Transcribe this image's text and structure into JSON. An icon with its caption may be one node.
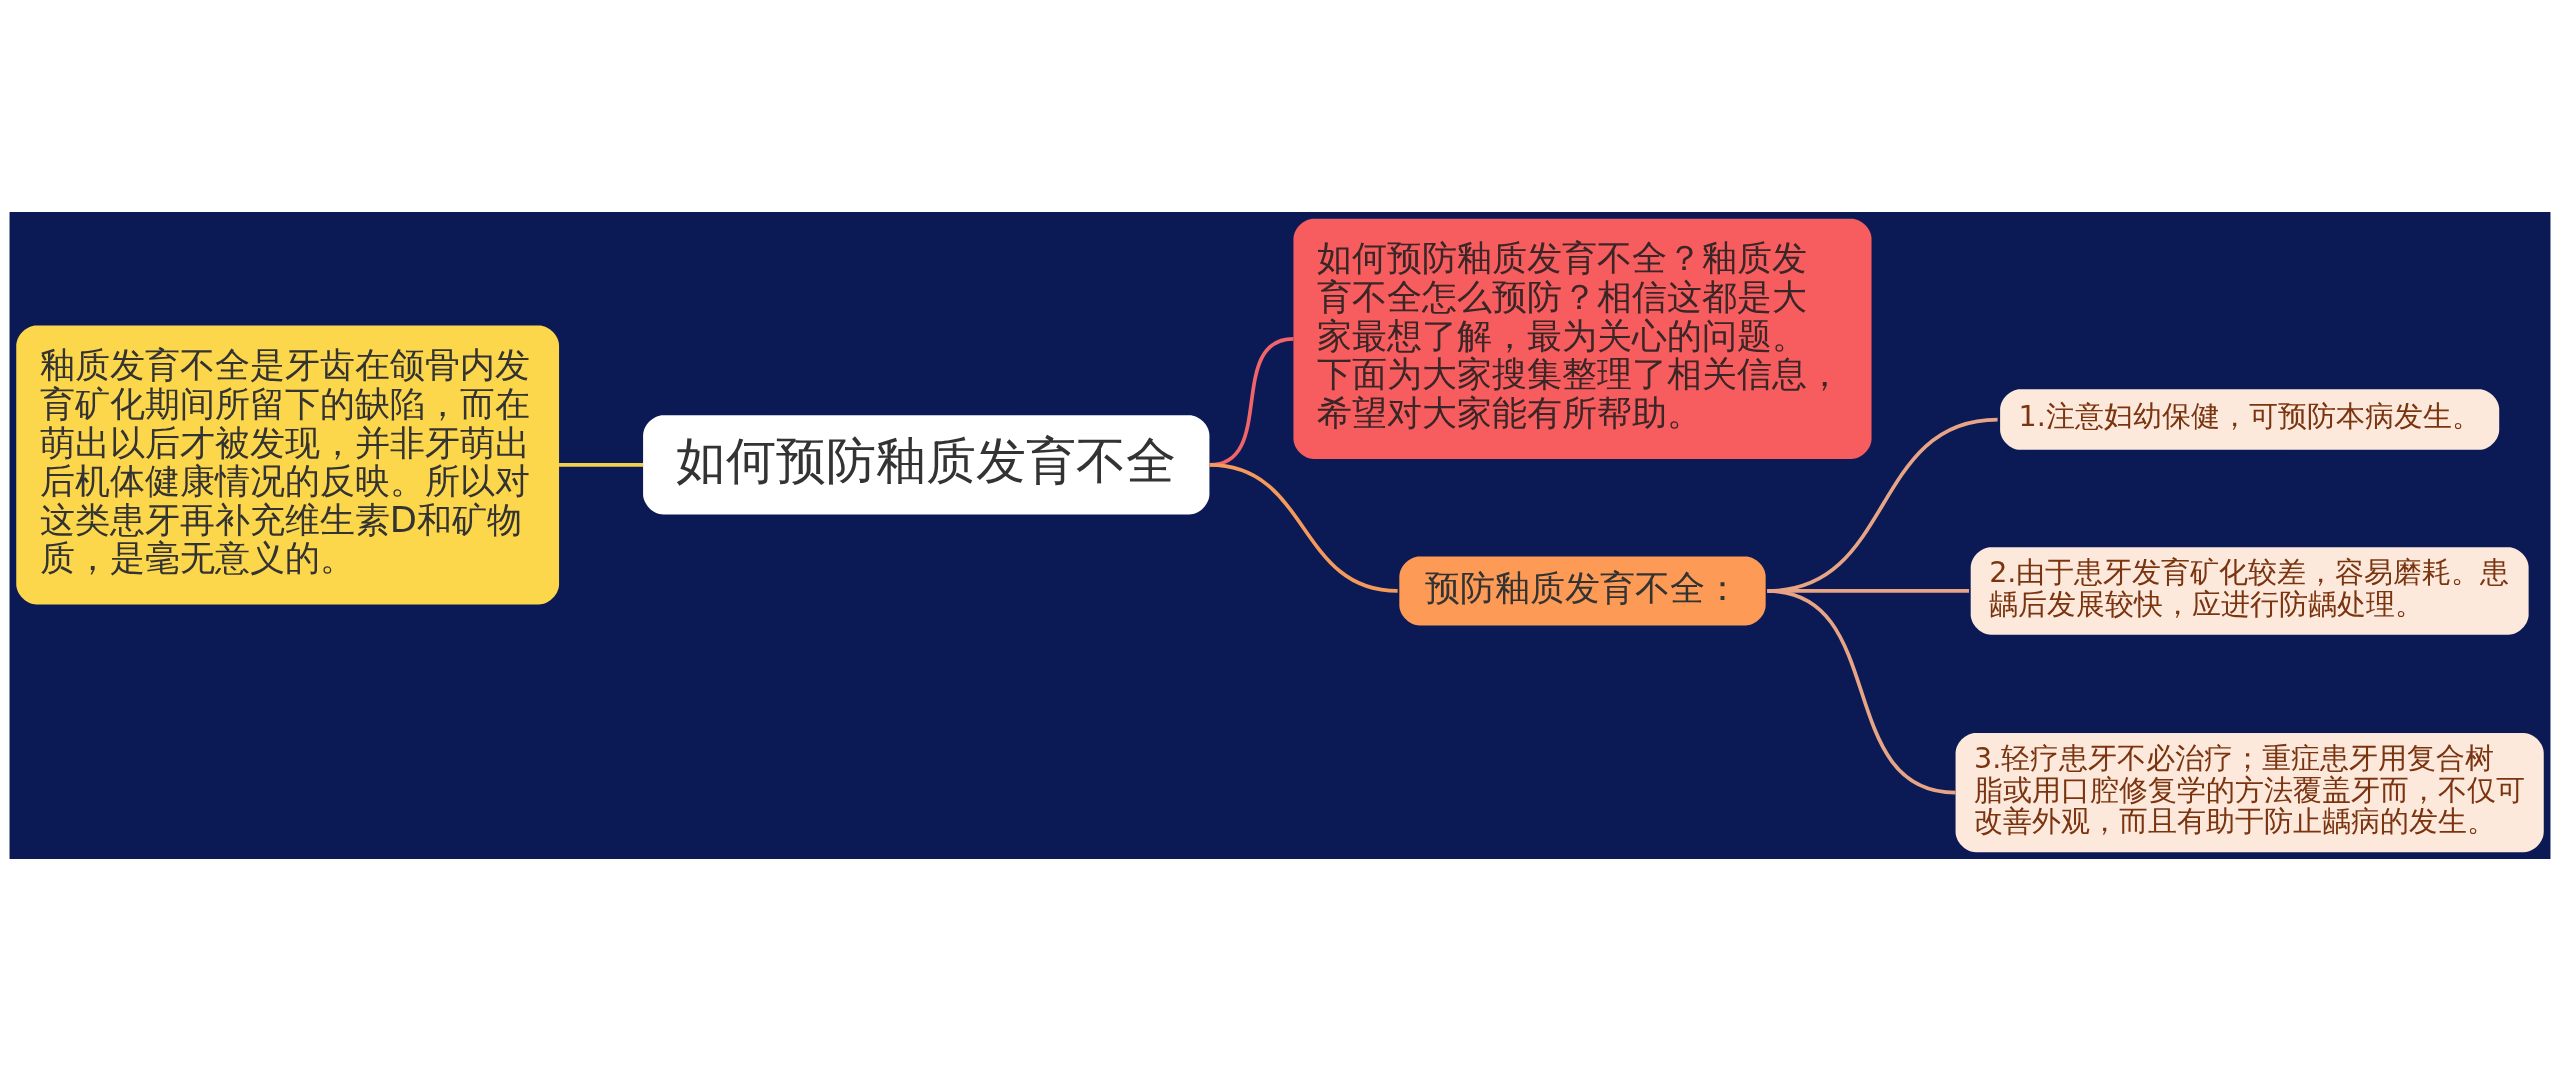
{
  "diagram": {
    "nodes": [
      {
        "text": [
          "如何预防釉质发育不全"
        ]
      },
      {
        "text": [
          "釉质发育不全是牙齿在颌骨内发育矿化期间所留下的缺陷，而在萌出以后才被发现，并非牙萌出后机体健康情况的反映。所以对这类患牙再补充维生素D和矿物质，是毫无意义的。"
        ]
      },
      {
        "text": [
          "如何预防釉质发育不全？釉质发育不全怎么预防？相信这都是大家最想了解，最为关心的问题。下面为大家搜集整理了相关信息，希望对大家能有所帮助。"
        ]
      },
      {
        "text": [
          "预防釉质发育不全："
        ]
      },
      {
        "text": [
          "1.注意妇幼保健，可预防本病发生。"
        ]
      },
      {
        "text": [
          "2.由于患牙发育矿化较差，容易磨耗。患龋后发展较快，应进行防龋处理。"
        ]
      },
      {
        "text": [
          "3.轻疗患牙不必治疗；重症患牙用复合树脂或用口腔修复学的方法覆盖牙而，不仅可改善外观，而且有助于防止龋病的发生。"
        ]
      }
    ],
    "edges": [
      {
        "from": 0,
        "to": 1,
        "arrow": "none",
        "color": "#f5d04a"
      },
      {
        "from": 0,
        "to": 2,
        "arrow": "none",
        "color": "#f0646a"
      },
      {
        "from": 0,
        "to": 3,
        "arrow": "none",
        "color": "#f59a5a"
      },
      {
        "from": 3,
        "to": 4,
        "arrow": "none"
      },
      {
        "from": 3,
        "to": 5,
        "arrow": "none"
      },
      {
        "from": 3,
        "to": 6,
        "arrow": "none"
      }
    ]
  }
}
